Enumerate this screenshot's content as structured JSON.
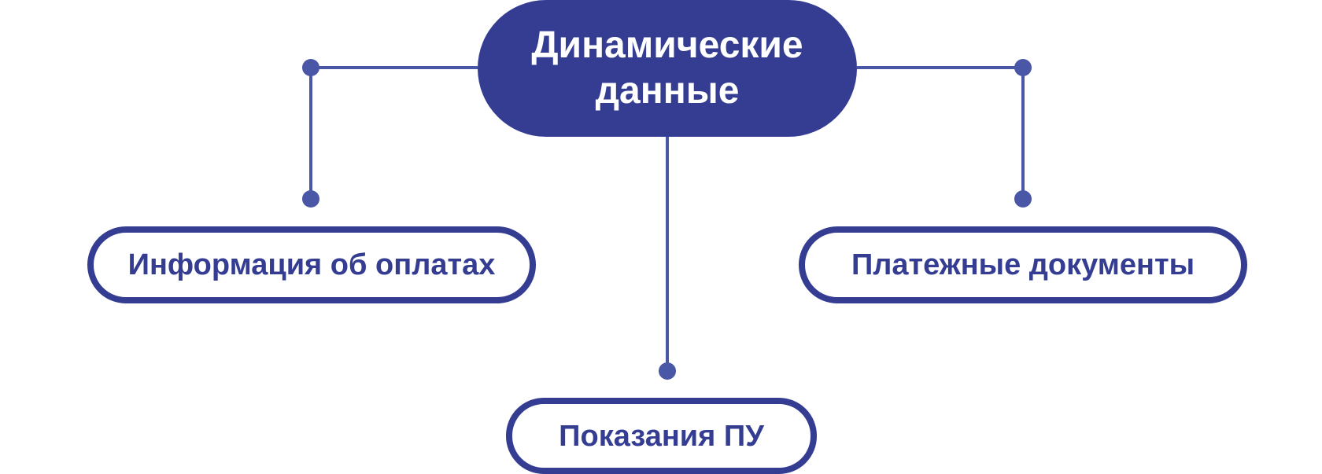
{
  "diagram": {
    "root": {
      "label": "Динамические данные"
    },
    "children": [
      {
        "label": "Информация об оплатах"
      },
      {
        "label": "Показания ПУ"
      },
      {
        "label": "Платежные документы"
      }
    ]
  },
  "colors": {
    "node_fill": "#343d92",
    "connector": "#4a56a6",
    "text_on_dark": "#ffffff",
    "text_on_light": "#343d92"
  }
}
